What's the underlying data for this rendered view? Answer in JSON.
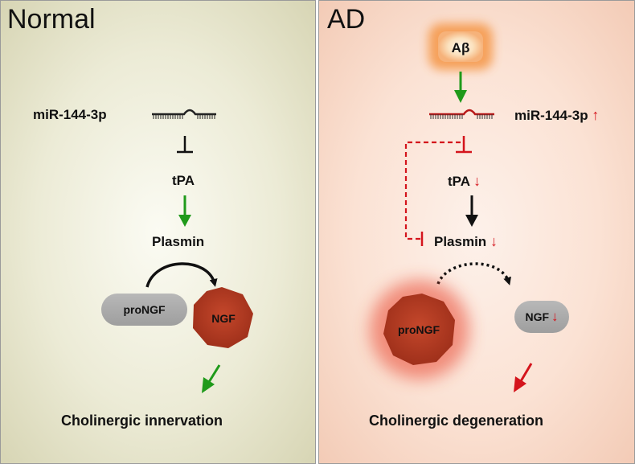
{
  "normal": {
    "title": "Normal",
    "mirna": "miR-144-3p",
    "tpa": "tPA",
    "plasmin": "Plasmin",
    "pro_ngf": "proNGF",
    "ngf": "NGF",
    "outcome": "Cholinergic innervation"
  },
  "ad": {
    "title": "AD",
    "abeta": "Aβ",
    "mirna": "miR-144-3p",
    "tpa": "tPA",
    "plasmin": "Plasmin",
    "pro_ngf": "proNGF",
    "ngf": "NGF",
    "up_arrow": "↑",
    "down_arrow": "↓",
    "outcome": "Cholinergic degeneration"
  },
  "colors": {
    "green_arrow": "#1f9a1a",
    "red_arrow": "#d4141c",
    "ngf_fill": "#b53a22",
    "pill_gray": "#a9a9a9"
  }
}
